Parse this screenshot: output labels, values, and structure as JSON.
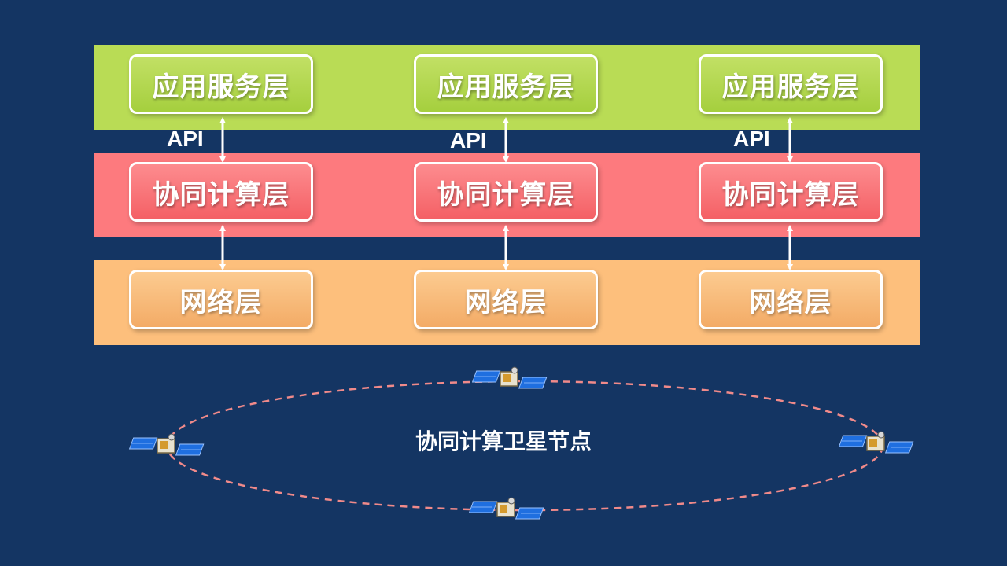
{
  "layers": {
    "application": "应用服务层",
    "compute": "协同计算层",
    "network": "网络层"
  },
  "api_label": "API",
  "orbit_label": "协同计算卫星节点",
  "colors": {
    "background": "#143563",
    "application_band": "#b9dc55",
    "compute_band": "#fd7a7e",
    "network_band": "#fdbf7c",
    "orbit": "#f08a8a",
    "solar_panel": "#1f6fe0"
  },
  "icons": [
    "double-arrow-icon",
    "satellite-icon"
  ]
}
